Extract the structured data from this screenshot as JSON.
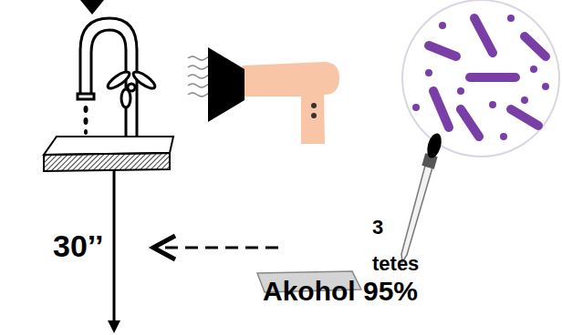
{
  "diagram": {
    "labels": [
      "30’’",
      "3 tetes",
      "Akohol 95%"
    ]
  }
}
